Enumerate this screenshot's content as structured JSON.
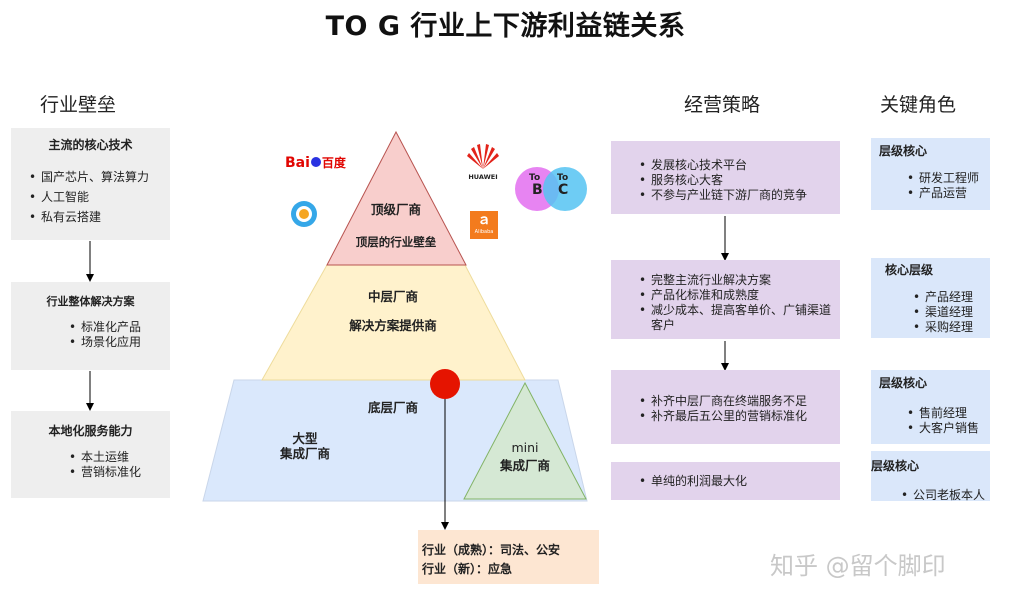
{
  "title": "TO G 行业上下游利益链关系",
  "left": {
    "heading": "行业壁垒",
    "boxes": [
      {
        "title": "主流的核心技术",
        "items": [
          "国产芯片、算法算力",
          "人工智能",
          "私有云搭建"
        ]
      },
      {
        "title": "行业整体解决方案",
        "items": [
          "标准化产品",
          "场景化应用"
        ]
      },
      {
        "title": "本地化服务能力",
        "items": [
          "本土运维",
          "营销标准化"
        ]
      }
    ]
  },
  "pyramid": {
    "top": {
      "line1": "顶级厂商",
      "line2": "顶层的行业壁垒"
    },
    "middle": {
      "line1": "中层厂商",
      "line2": "解决方案提供商"
    },
    "bottom": {
      "line1": "底层厂商",
      "big": "大型",
      "big2": "集成厂商",
      "mini": "mini",
      "mini2": "集成厂商"
    }
  },
  "logos": {
    "baidu_a": "Bai",
    "baidu_b": "百度",
    "huawei": "HUAWEI",
    "tob_to": "To",
    "tob_b": "B",
    "toc_to": "To",
    "toc_c": "C",
    "alibaba": "Alibaba"
  },
  "industry_box": {
    "line1": "行业（成熟）：司法、公安",
    "line2": "行业（新）：应急"
  },
  "strategy": {
    "heading": "经营策略",
    "boxes": [
      {
        "items": [
          "发展核心技术平台",
          "服务核心大客",
          "不参与产业链下游厂商的竞争"
        ]
      },
      {
        "items": [
          "完整主流行业解决方案",
          "产品化标准和成熟度",
          "减少成本、提高客单价、广铺渠道客户"
        ]
      },
      {
        "items": [
          "补齐中层厂商在终端服务不足",
          "补齐最后五公里的营销标准化"
        ]
      },
      {
        "items": [
          "单纯的利润最大化"
        ]
      }
    ]
  },
  "roles": {
    "heading": "关键角色",
    "boxes": [
      {
        "title": "层级核心",
        "items": [
          "研发工程师",
          "产品运营"
        ]
      },
      {
        "title": "核心层级",
        "items": [
          "产品经理",
          "渠道经理",
          "采购经理"
        ]
      },
      {
        "title": "层级核心",
        "items": [
          "售前经理",
          "大客户销售"
        ]
      },
      {
        "title": "层级核心",
        "items": [
          "公司老板本人"
        ]
      }
    ]
  },
  "watermark": "知乎 @留个脚印",
  "colors": {
    "top_tri": "#f8cecc",
    "middle_tri": "#fff2cc",
    "bottom_tri": "#dae8fc",
    "mini_tri": "#d5e8d4",
    "red_dot": "#e51400",
    "industry_box": "#fde6d2",
    "grey_box": "#eeeeee",
    "purple_box": "#e1d5e7",
    "blue_box": "#dae8fc"
  }
}
